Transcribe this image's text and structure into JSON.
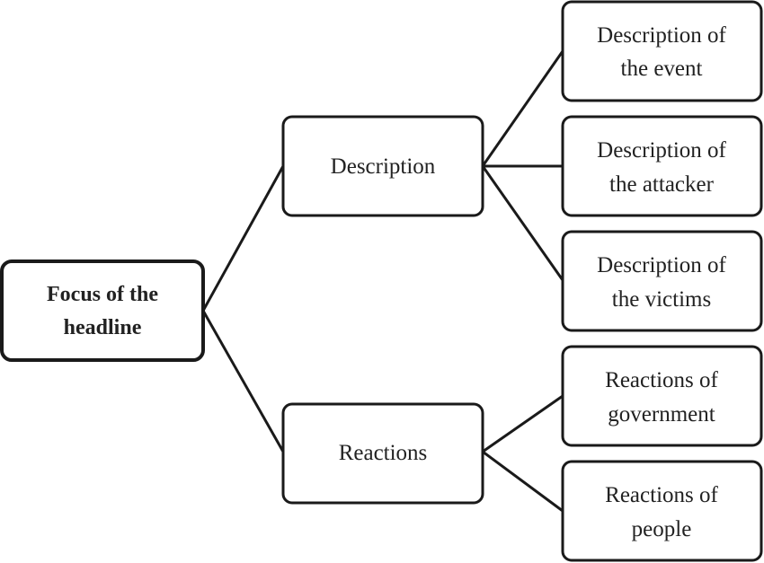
{
  "root": {
    "lines": [
      "Focus of the",
      "headline"
    ]
  },
  "branches": [
    {
      "label": "Description",
      "children": [
        {
          "lines": [
            "Description of",
            "the event"
          ]
        },
        {
          "lines": [
            "Description of",
            "the attacker"
          ]
        },
        {
          "lines": [
            "Description of",
            "the victims"
          ]
        }
      ]
    },
    {
      "label": "Reactions",
      "children": [
        {
          "lines": [
            "Reactions of",
            "government"
          ]
        },
        {
          "lines": [
            "Reactions of",
            "people"
          ]
        }
      ]
    }
  ]
}
